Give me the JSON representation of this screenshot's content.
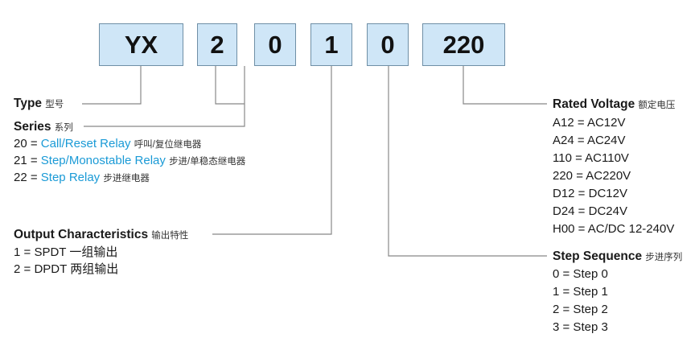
{
  "code_boxes": [
    "YX",
    "2",
    "0",
    "1",
    "0",
    "220"
  ],
  "type": {
    "title": "Type",
    "title_cn": "型号"
  },
  "series": {
    "title": "Series",
    "title_cn": "系列",
    "items": [
      {
        "code": "20 =",
        "label": "Call/Reset Relay",
        "label_cn": "呼叫/复位继电器"
      },
      {
        "code": "21 =",
        "label": "Step/Monostable Relay",
        "label_cn": "步进/单稳态继电器"
      },
      {
        "code": "22 =",
        "label": "Step Relay",
        "label_cn": "步进继电器"
      }
    ]
  },
  "output": {
    "title": "Output Characteristics",
    "title_cn": "输出特性",
    "items": [
      {
        "code": "1 =",
        "label": "SPDT",
        "label_cn": "一组输出"
      },
      {
        "code": "2 =",
        "label": "DPDT",
        "label_cn": "两组输出"
      }
    ]
  },
  "rated_voltage": {
    "title": "Rated Voltage",
    "title_cn": "额定电压",
    "items": [
      "A12 = AC12V",
      "A24 = AC24V",
      "110 = AC110V",
      "220 = AC220V",
      "D12 = DC12V",
      "D24 = DC24V",
      "H00 = AC/DC 12-240V"
    ]
  },
  "step_sequence": {
    "title": "Step Sequence",
    "title_cn": "步进序列",
    "items": [
      "0 = Step 0",
      "1 = Step 1",
      "2 = Step 2",
      "3 = Step 3"
    ]
  },
  "colors": {
    "box_fill": "#cfe6f7",
    "box_border": "#6f8fa6",
    "accent_blue": "#1a9ad6",
    "line": "#888888"
  }
}
